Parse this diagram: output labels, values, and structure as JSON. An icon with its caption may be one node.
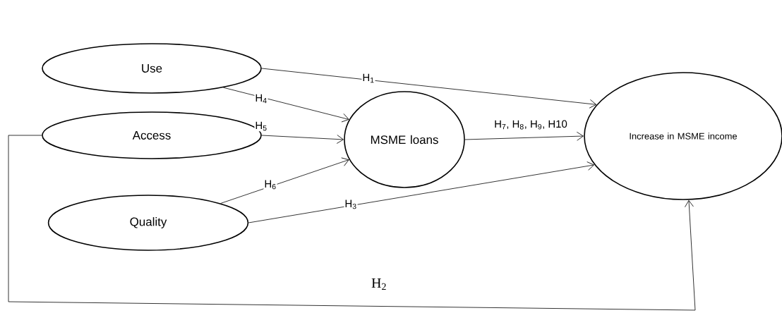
{
  "diagram": {
    "nodes": [
      {
        "text": [
          "Use"
        ]
      },
      {
        "text": [
          "Access"
        ]
      },
      {
        "text": [
          "Quality"
        ]
      },
      {
        "text": [
          "MSME loans"
        ]
      },
      {
        "text": [
          "Increase in MSME income"
        ]
      }
    ],
    "edges": [
      {
        "from": 0,
        "to": 4,
        "arrow": "to",
        "label": "H$_{1}$"
      },
      {
        "from": 0,
        "to": 3,
        "arrow": "to",
        "label": "H$_{4}$"
      },
      {
        "from": 1,
        "to": 3,
        "arrow": "to",
        "label": "H$_{5}$"
      },
      {
        "from": 2,
        "to": 3,
        "arrow": "to",
        "label": "H$_{6}$"
      },
      {
        "from": 2,
        "to": 4,
        "arrow": "to",
        "label": "H$_{3}$"
      },
      {
        "from": 3,
        "to": 4,
        "arrow": "to",
        "label": "H$_{7}$, H$_{8}$, H$_{9}$, H10"
      },
      {
        "from": 1,
        "to": 4,
        "arrow": "to",
        "label": "H$_{2}$"
      }
    ]
  }
}
